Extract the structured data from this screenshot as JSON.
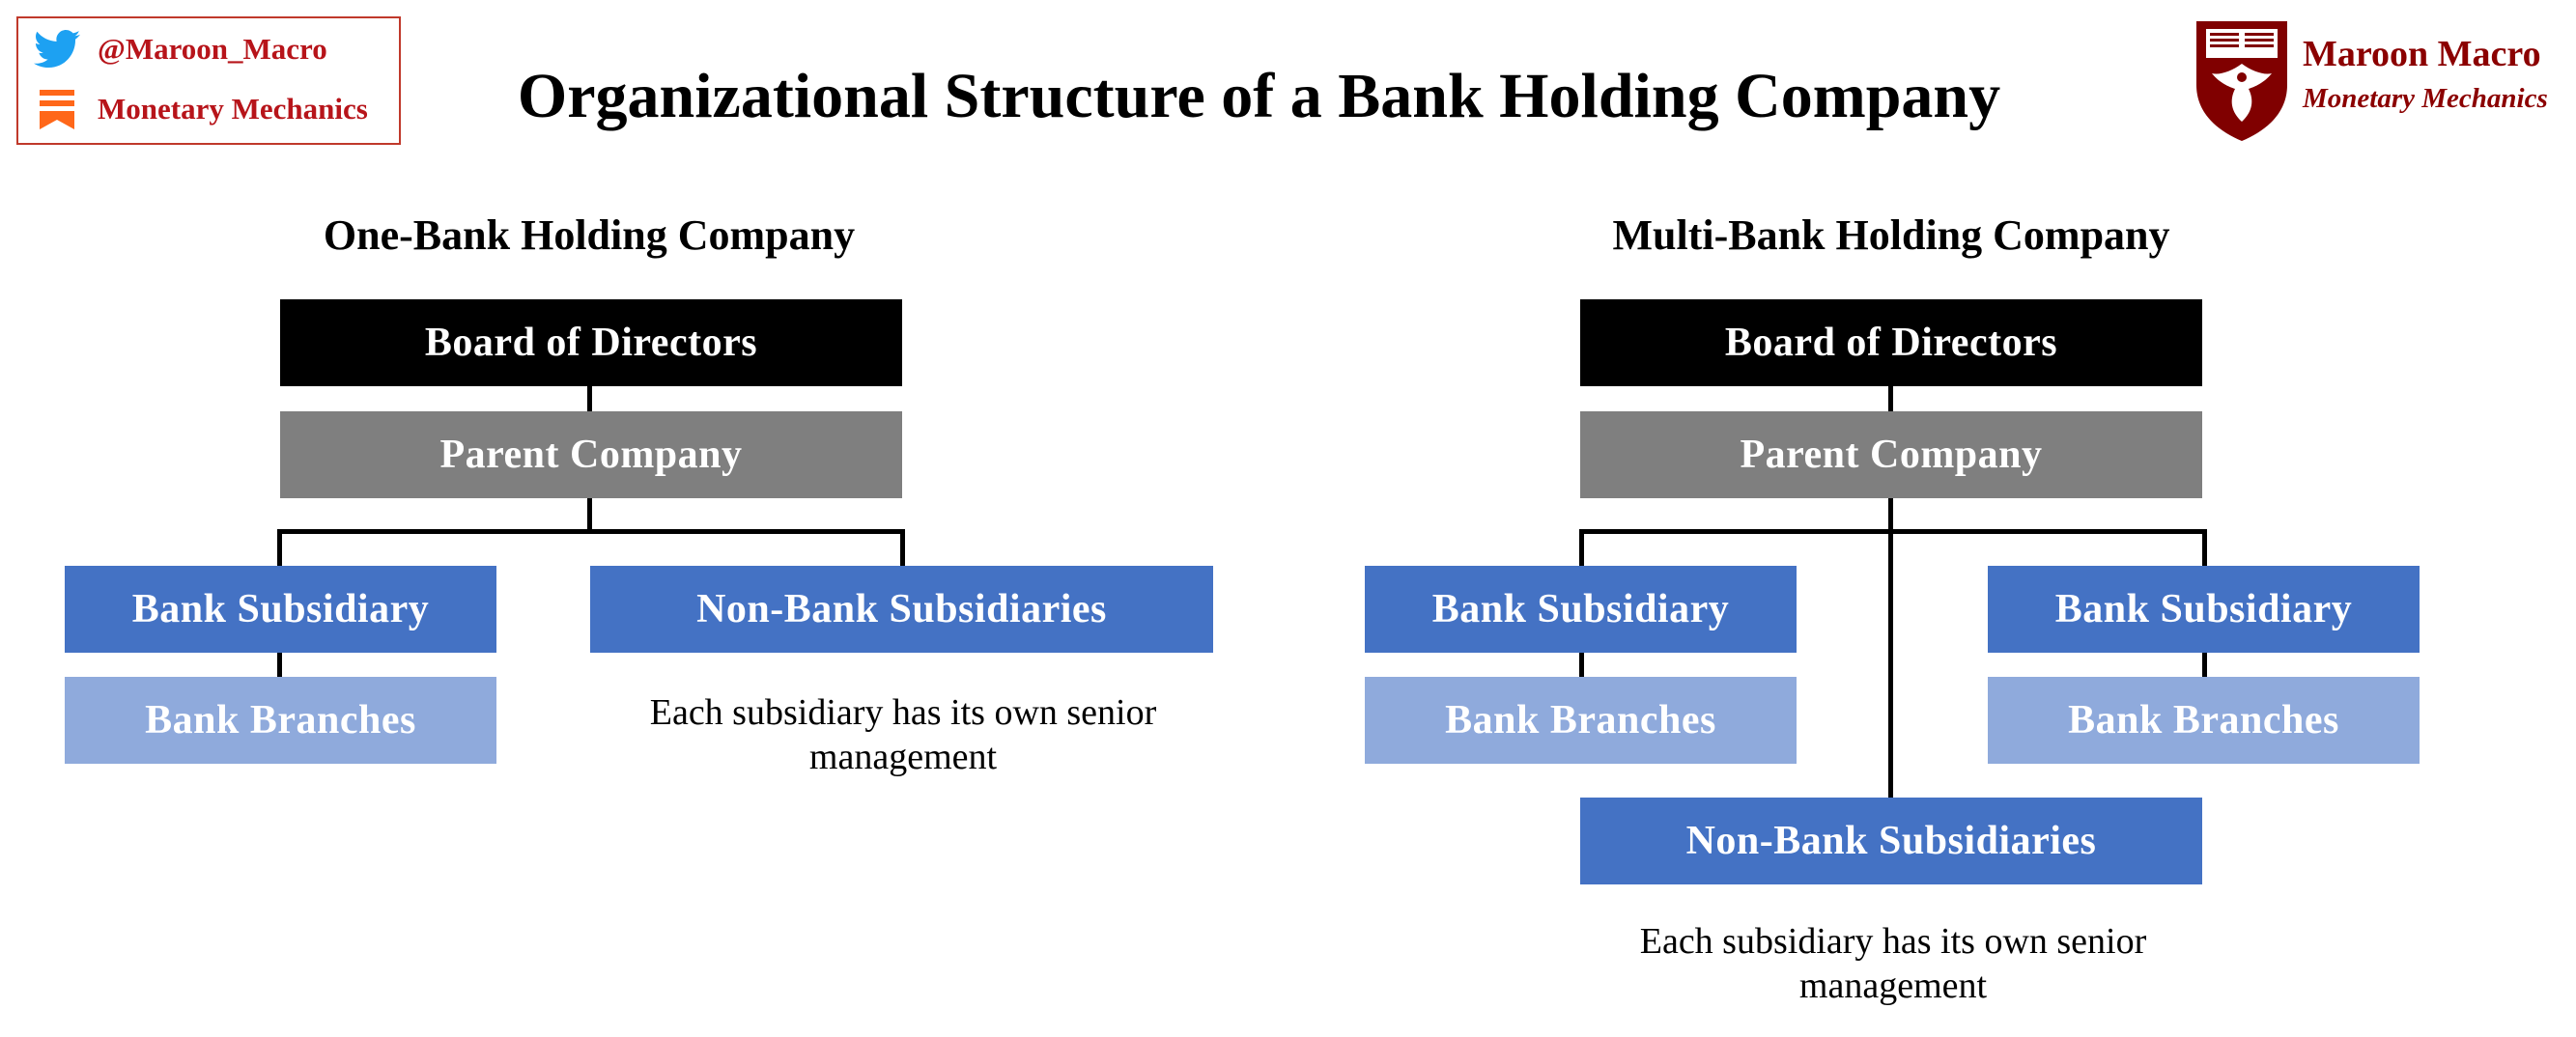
{
  "header": {
    "title": "Organizational Structure of a Bank Holding Company",
    "badge": {
      "twitter_handle": "@Maroon_Macro",
      "substack_name": "Monetary Mechanics",
      "twitter_icon": "twitter-bird-icon",
      "substack_icon": "substack-icon",
      "twitter_color": "#1da1f2",
      "substack_color": "#ff6719",
      "text_color": "#b7141a"
    },
    "brand": {
      "name": "Maroon Macro",
      "subtitle": "Monetary Mechanics",
      "logo_icon": "university-shield-icon",
      "color": "#800000"
    }
  },
  "colors": {
    "board": "#000000",
    "parent": "#7f7f7f",
    "subsidiary": "#4472c4",
    "branches": "#8faadc"
  },
  "one_bank": {
    "heading": "One-Bank Holding Company",
    "board": "Board of Directors",
    "parent": "Parent Company",
    "bank_subsidiary": "Bank Subsidiary",
    "bank_branches": "Bank Branches",
    "non_bank": "Non-Bank Subsidiaries",
    "note": "Each subsidiary has its own senior management"
  },
  "multi_bank": {
    "heading": "Multi-Bank Holding Company",
    "board": "Board of Directors",
    "parent": "Parent Company",
    "bank_subsidiary_left": "Bank Subsidiary",
    "bank_branches_left": "Bank Branches",
    "bank_subsidiary_right": "Bank Subsidiary",
    "bank_branches_right": "Bank Branches",
    "non_bank": "Non-Bank Subsidiaries",
    "note": "Each subsidiary has its own senior management"
  }
}
